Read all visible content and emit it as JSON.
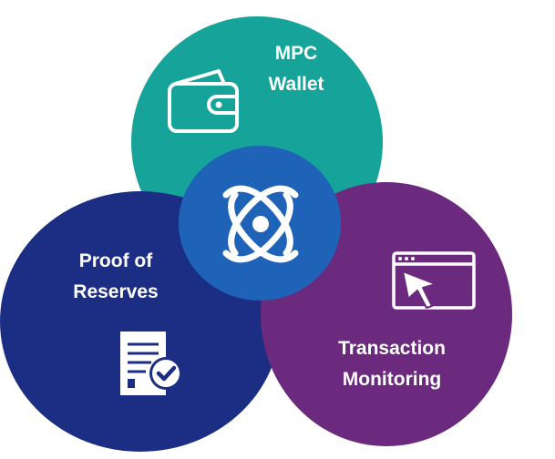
{
  "diagram": {
    "nodes": [
      {
        "id": "mpc_wallet",
        "lines": [
          "MPC",
          "Wallet"
        ],
        "color": "#15a39a",
        "icon": "wallet-icon"
      },
      {
        "id": "proof_of_reserves",
        "lines": [
          "Proof of",
          "Reserves"
        ],
        "color": "#1c2e84",
        "icon": "document-check-icon"
      },
      {
        "id": "transaction_monitoring",
        "lines": [
          "Transaction",
          "Monitoring"
        ],
        "color": "#6b2a7e",
        "icon": "browser-cursor-icon"
      },
      {
        "id": "core",
        "lines": [],
        "color": "#1f63b8",
        "icon": "atom-logo-icon"
      }
    ]
  }
}
